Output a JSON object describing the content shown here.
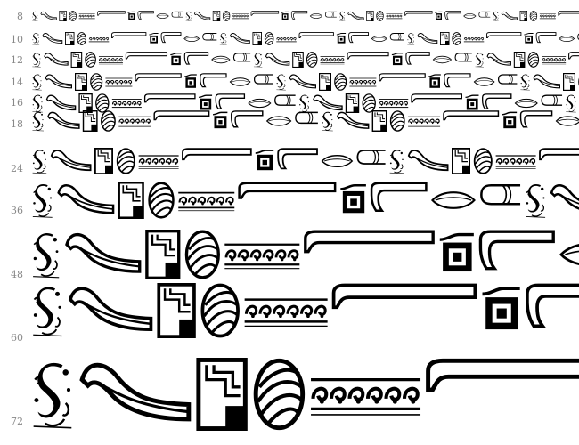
{
  "preview": {
    "colors": {
      "ink": "#000000",
      "paper": "#ffffff",
      "label": "#888888"
    },
    "glyph_sequence": [
      "ornate-s-initial",
      "swash-bar",
      "corner-square-ornament",
      "striped-sphere",
      "vine-border-strip",
      "long-rule",
      "filled-square-frame",
      "curved-bracket-bar",
      "lens-ornament",
      "rounded-end-bar"
    ],
    "rows": [
      {
        "size_label": "8"
      },
      {
        "size_label": "10"
      },
      {
        "size_label": "12"
      },
      {
        "size_label": "14"
      },
      {
        "size_label": "16"
      },
      {
        "size_label": "18"
      },
      {
        "size_label": "24"
      },
      {
        "size_label": "36"
      },
      {
        "size_label": "48"
      },
      {
        "size_label": "60"
      },
      {
        "size_label": "72"
      }
    ]
  }
}
